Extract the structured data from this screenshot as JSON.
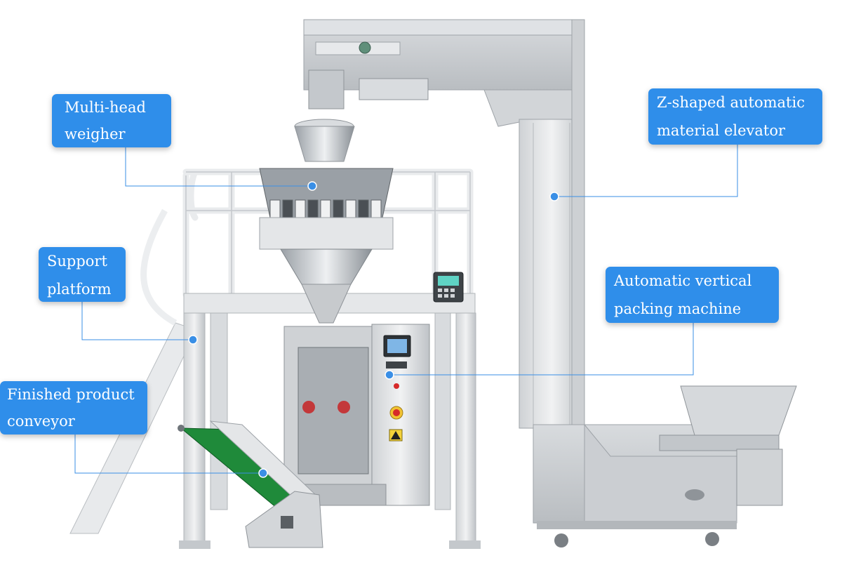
{
  "colors": {
    "label_bg": "#2f8eea",
    "label_text": "#ffffff",
    "leader": "#3a8fe6",
    "steel_light": "#e4e6e8",
    "steel_mid": "#c7cacd",
    "steel_dark": "#8f9499",
    "rail": "#eef0f2",
    "conveyor_belt": "#1f8a3a"
  },
  "labels": {
    "weigher": [
      "Multi-head",
      "weigher"
    ],
    "elevator": [
      "Z-shaped automatic",
      "material elevator"
    ],
    "platform": [
      "Support",
      "platform"
    ],
    "packer": [
      "Automatic vertical",
      "packing machine"
    ],
    "conveyor": [
      "Finished product",
      "conveyor"
    ]
  },
  "icons": {
    "control_panel": "control-panel-icon",
    "touch_screen": "touch-screen-icon",
    "emergency_stop": "emergency-stop-icon",
    "warning_sign": "warning-sign-icon"
  }
}
